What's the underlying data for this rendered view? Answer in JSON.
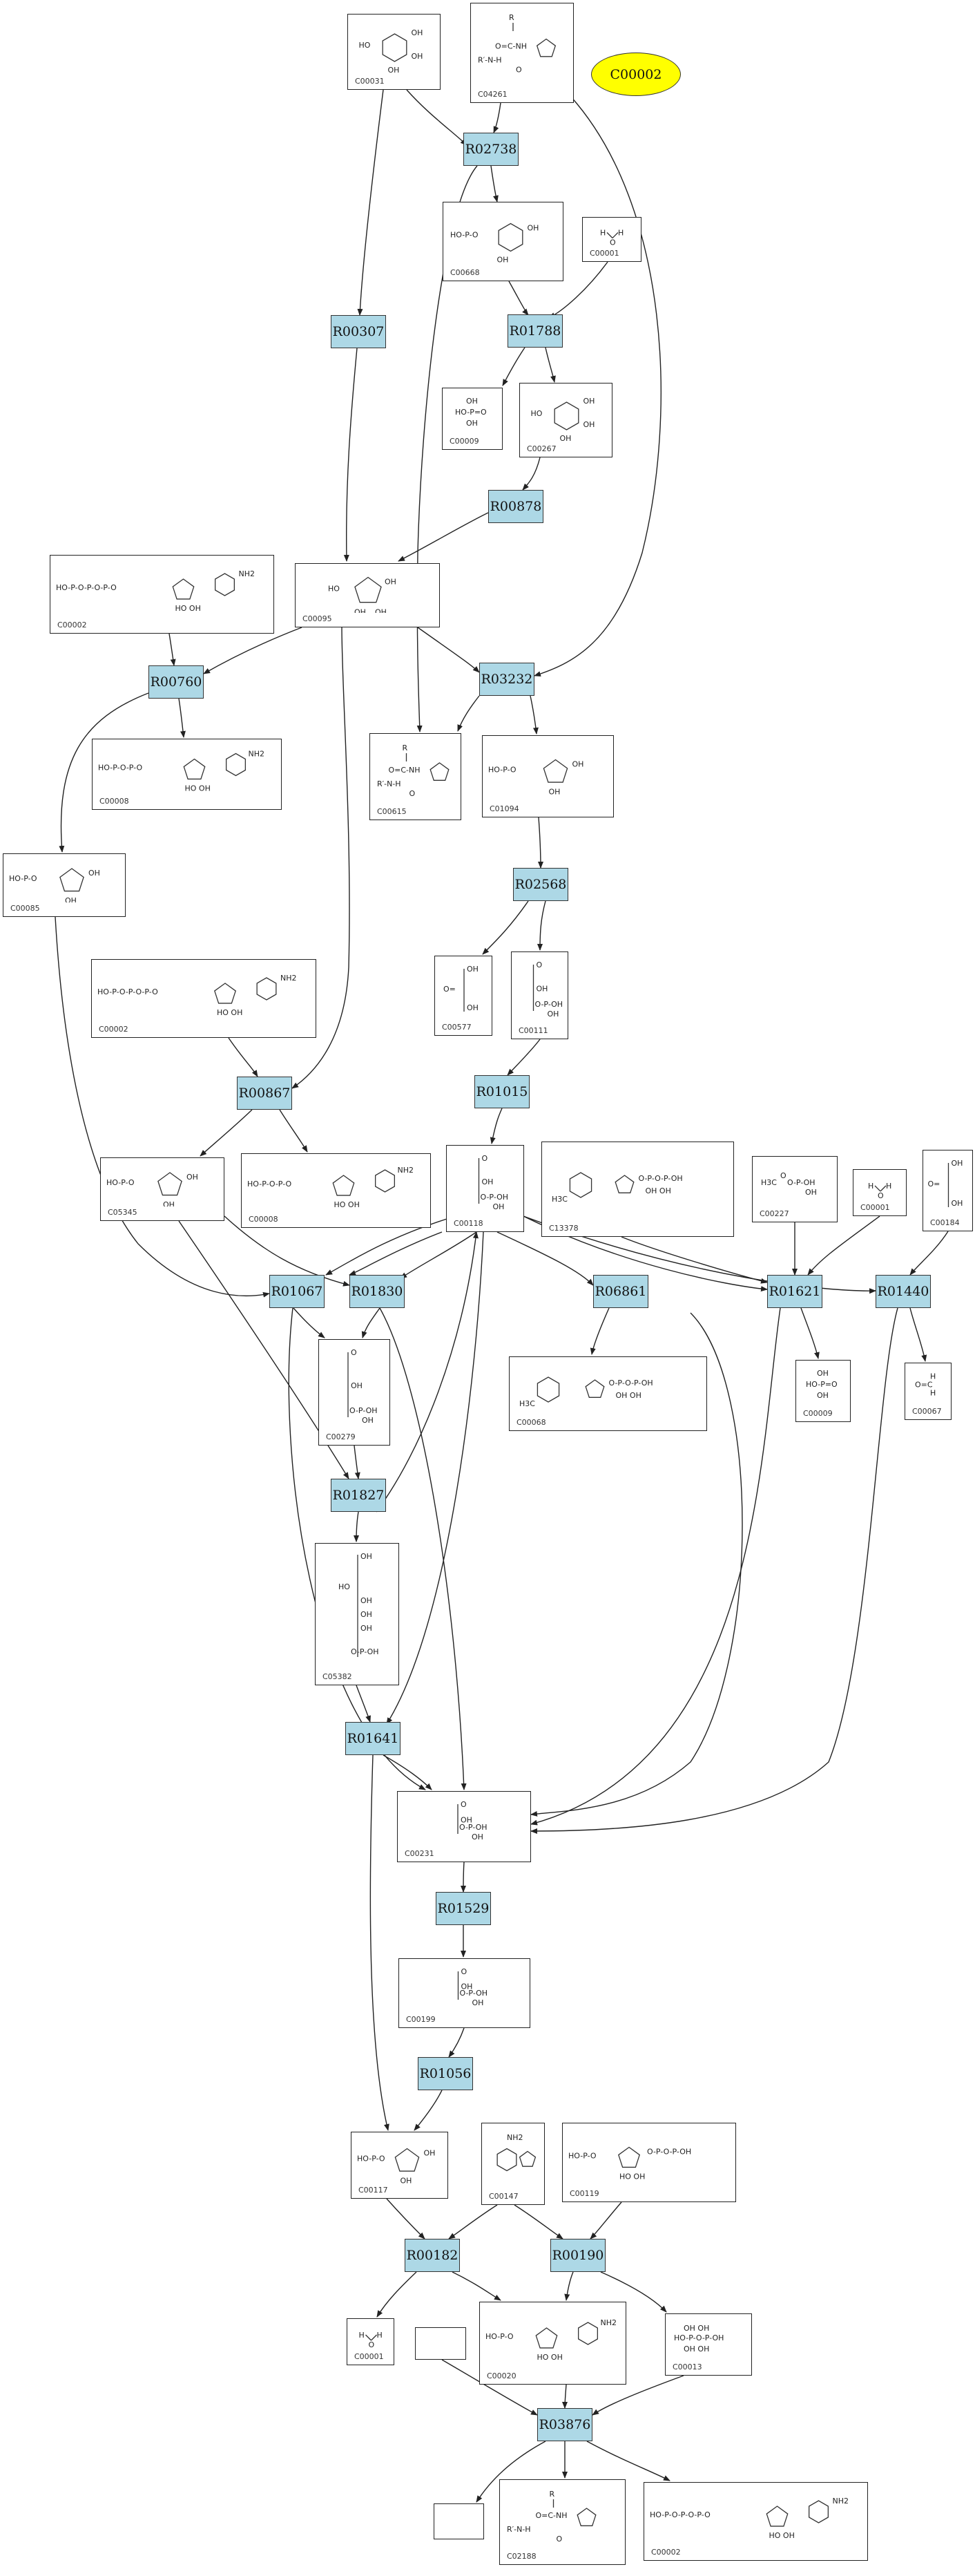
{
  "highlight": {
    "id": "C00002",
    "color": "#ffff00"
  },
  "reaction_color": "#add8e6",
  "reactions": [
    {
      "id": "R02738"
    },
    {
      "id": "R00307"
    },
    {
      "id": "R01788"
    },
    {
      "id": "R00878"
    },
    {
      "id": "R00760"
    },
    {
      "id": "R03232"
    },
    {
      "id": "R02568"
    },
    {
      "id": "R00867"
    },
    {
      "id": "R01015"
    },
    {
      "id": "R01067"
    },
    {
      "id": "R01830"
    },
    {
      "id": "R06861"
    },
    {
      "id": "R01621"
    },
    {
      "id": "R01440"
    },
    {
      "id": "R01827"
    },
    {
      "id": "R01641"
    },
    {
      "id": "R01529"
    },
    {
      "id": "R01056"
    },
    {
      "id": "R00182"
    },
    {
      "id": "R00190"
    },
    {
      "id": "R03876"
    }
  ],
  "compounds": [
    {
      "id": "C00031",
      "label": "C00031",
      "kind": "ring6"
    },
    {
      "id": "C04261",
      "label": "C04261",
      "kind": "peptide"
    },
    {
      "id": "C00668",
      "label": "C00668",
      "kind": "ring6p"
    },
    {
      "id": "C00001a",
      "label": "C00001",
      "kind": "water"
    },
    {
      "id": "C00009a",
      "label": "C00009",
      "kind": "phosphate"
    },
    {
      "id": "C00267",
      "label": "C00267",
      "kind": "ring6"
    },
    {
      "id": "C00002a",
      "label": "C00002",
      "kind": "atp"
    },
    {
      "id": "C00095",
      "label": "C00095",
      "kind": "ring5"
    },
    {
      "id": "C00008a",
      "label": "C00008",
      "kind": "adp"
    },
    {
      "id": "C00615",
      "label": "C00615",
      "kind": "peptide"
    },
    {
      "id": "C01094",
      "label": "C01094",
      "kind": "ring5p"
    },
    {
      "id": "C00085",
      "label": "C00085",
      "kind": "ring5p"
    },
    {
      "id": "C00002b",
      "label": "C00002",
      "kind": "atp"
    },
    {
      "id": "C00577",
      "label": "C00577",
      "kind": "chain"
    },
    {
      "id": "C00111",
      "label": "C00111",
      "kind": "chainp"
    },
    {
      "id": "C05345",
      "label": "C05345",
      "kind": "ring5p"
    },
    {
      "id": "C00008b",
      "label": "C00008",
      "kind": "adp"
    },
    {
      "id": "C00118",
      "label": "C00118",
      "kind": "chainp"
    },
    {
      "id": "C13378",
      "label": "C13378",
      "kind": "thiamine"
    },
    {
      "id": "C00227",
      "label": "C00227",
      "kind": "acetylp"
    },
    {
      "id": "C00001b",
      "label": "C00001",
      "kind": "water"
    },
    {
      "id": "C00184",
      "label": "C00184",
      "kind": "chain"
    },
    {
      "id": "C00279",
      "label": "C00279",
      "kind": "chainp"
    },
    {
      "id": "C00068",
      "label": "C00068",
      "kind": "thiamine"
    },
    {
      "id": "C00009b",
      "label": "C00009",
      "kind": "phosphate"
    },
    {
      "id": "C00067",
      "label": "C00067",
      "kind": "formaldehyde"
    },
    {
      "id": "C05382",
      "label": "C05382",
      "kind": "longchain"
    },
    {
      "id": "C00231",
      "label": "C00231",
      "kind": "chainp"
    },
    {
      "id": "C00199",
      "label": "C00199",
      "kind": "chainp"
    },
    {
      "id": "C00117",
      "label": "C00117",
      "kind": "ring5p"
    },
    {
      "id": "C00147",
      "label": "C00147",
      "kind": "adenine"
    },
    {
      "id": "C00119",
      "label": "C00119",
      "kind": "prpp"
    },
    {
      "id": "C00001c",
      "label": "C00001",
      "kind": "water"
    },
    {
      "id": "empty1",
      "label": "",
      "kind": "empty"
    },
    {
      "id": "C00020",
      "label": "C00020",
      "kind": "amp"
    },
    {
      "id": "C00013",
      "label": "C00013",
      "kind": "ppi"
    },
    {
      "id": "empty2",
      "label": "",
      "kind": "empty"
    },
    {
      "id": "C02188",
      "label": "C02188",
      "kind": "peptide"
    },
    {
      "id": "C00002c",
      "label": "C00002",
      "kind": "atp"
    }
  ]
}
